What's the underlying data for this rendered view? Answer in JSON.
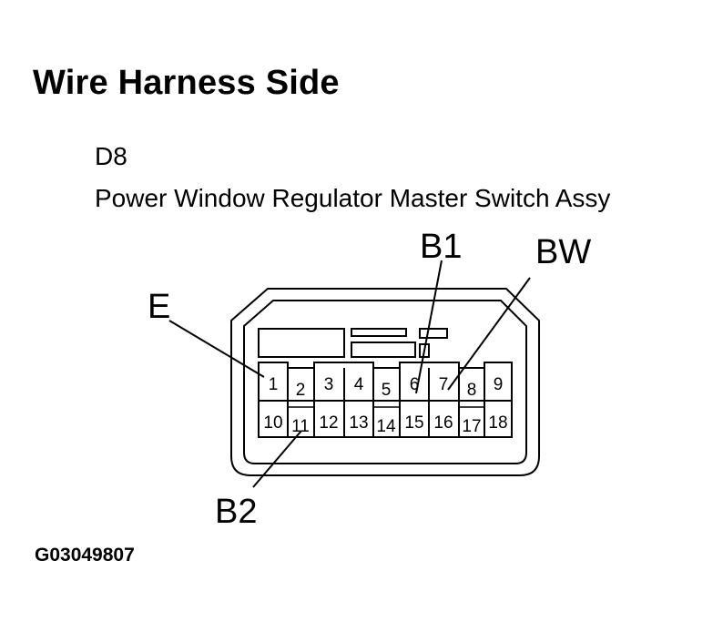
{
  "title": "Wire Harness Side",
  "connector": {
    "id": "D8",
    "name": "Power Window Regulator Master Switch Assy"
  },
  "callouts": {
    "e": "E",
    "b1": "B1",
    "bw": "BW",
    "b2": "B2"
  },
  "pins": {
    "p1": "1",
    "p2": "2",
    "p3": "3",
    "p4": "4",
    "p5": "5",
    "p6": "6",
    "p7": "7",
    "p8": "8",
    "p9": "9",
    "p10": "10",
    "p11": "11",
    "p12": "12",
    "p13": "13",
    "p14": "14",
    "p15": "15",
    "p16": "16",
    "p17": "17",
    "p18": "18"
  },
  "figure_code": "G03049807"
}
